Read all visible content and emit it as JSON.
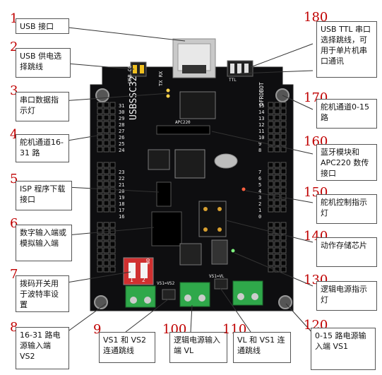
{
  "board": {
    "model_text": "USBSSC32",
    "usb_cc_label": "USB CC",
    "tx_rx_label": "TX RX",
    "brand_text": "DFROBOT",
    "apc_label": "APC220",
    "ttl_label": "TTL",
    "vs_label": "VS1=VS2",
    "vl_label": "VS1=VL",
    "on_label": "ON",
    "switch_numbers": [
      "1",
      "2"
    ],
    "left_channels_a": [
      "31",
      "30",
      "29",
      "28",
      "27",
      "26",
      "25",
      "24"
    ],
    "left_channels_b": [
      "23",
      "22",
      "21",
      "20",
      "19",
      "18",
      "17",
      "16"
    ],
    "right_channels_a": [
      "15",
      "14",
      "13",
      "12",
      "11",
      "10",
      "9",
      "8"
    ],
    "right_channels_b": [
      "7",
      "6",
      "5",
      "4",
      "3",
      "2",
      "1",
      "0"
    ]
  },
  "callouts": [
    {
      "num": "1",
      "text": "USB 接口"
    },
    {
      "num": "2",
      "text": "USB 供电选择跳线"
    },
    {
      "num": "3",
      "text": "串口数据指示灯"
    },
    {
      "num": "4",
      "text": "舵机通道16-31 路"
    },
    {
      "num": "5",
      "text": "ISP 程序下载接口"
    },
    {
      "num": "6",
      "text": "数字输入端或模拟输入端"
    },
    {
      "num": "7",
      "text": "拨码开关用于波特率设置"
    },
    {
      "num": "8",
      "text": "16-31 路电源输入端 VS2"
    },
    {
      "num": "9",
      "text": "VS1 和 VS2 连通跳线"
    },
    {
      "num": "100",
      "text": "逻辑电源输入端 VL"
    },
    {
      "num": "110",
      "text": "VL 和 VS1 连通跳线"
    },
    {
      "num": "120",
      "text": "0-15 路电源输入端 VS1"
    },
    {
      "num": "130",
      "text": "逻辑电源指示灯"
    },
    {
      "num": "140",
      "text": "动作存储芯片"
    },
    {
      "num": "150",
      "text": "舵机控制指示灯"
    },
    {
      "num": "160",
      "text": "蓝牙模块和 APC220 数传接口"
    },
    {
      "num": "170",
      "text": "舵机通道0-15 路"
    },
    {
      "num": "180",
      "text": "USB TTL 串口选择跳线，可用于单片机串口通讯"
    }
  ]
}
